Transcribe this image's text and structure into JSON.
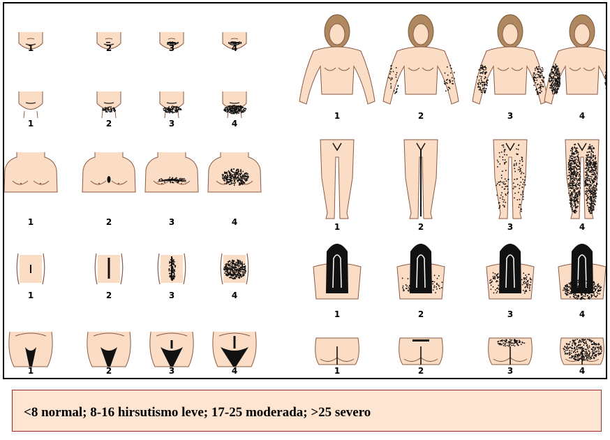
{
  "figure": {
    "colors": {
      "skin": "#fbdcc5",
      "outline": "#8a5a44",
      "hair_brown": "#b08860",
      "hair_black": "#111111",
      "hair_marks": "#111111"
    },
    "rows": [
      {
        "region": "upper lip",
        "labels": [
          "1",
          "2",
          "3",
          "4"
        ],
        "scores": [
          1,
          2,
          3,
          4
        ]
      },
      {
        "region": "chin",
        "labels": [
          "1",
          "2",
          "3",
          "4"
        ],
        "scores": [
          1,
          2,
          3,
          4
        ]
      },
      {
        "region": "chest",
        "labels": [
          "1",
          "2",
          "3",
          "4"
        ],
        "scores": [
          1,
          2,
          3,
          4
        ]
      },
      {
        "region": "abdomen",
        "labels": [
          "1",
          "2",
          "3",
          "4"
        ],
        "scores": [
          1,
          2,
          3,
          4
        ]
      },
      {
        "region": "pubic",
        "labels": [
          "1",
          "2",
          "3",
          "4"
        ],
        "scores": [
          1,
          2,
          3,
          4
        ]
      },
      {
        "region": "arms",
        "labels": [
          "1",
          "2",
          "3",
          "4"
        ],
        "scores": [
          1,
          2,
          3,
          4
        ]
      },
      {
        "region": "legs",
        "labels": [
          "1",
          "2",
          "3",
          "4"
        ],
        "scores": [
          1,
          2,
          3,
          4
        ]
      },
      {
        "region": "back",
        "labels": [
          "1",
          "2",
          "3",
          "4"
        ],
        "scores": [
          1,
          2,
          3,
          4
        ]
      },
      {
        "region": "buttocks",
        "labels": [
          "1",
          "2",
          "3",
          "4"
        ],
        "scores": [
          1,
          2,
          3,
          4
        ]
      }
    ]
  },
  "legend": {
    "text": "<8 normal; 8-16 hirsutismo leve; 17-25 moderada; >25 severo",
    "background": "#fde5d2",
    "border": "#9b2a2a"
  }
}
